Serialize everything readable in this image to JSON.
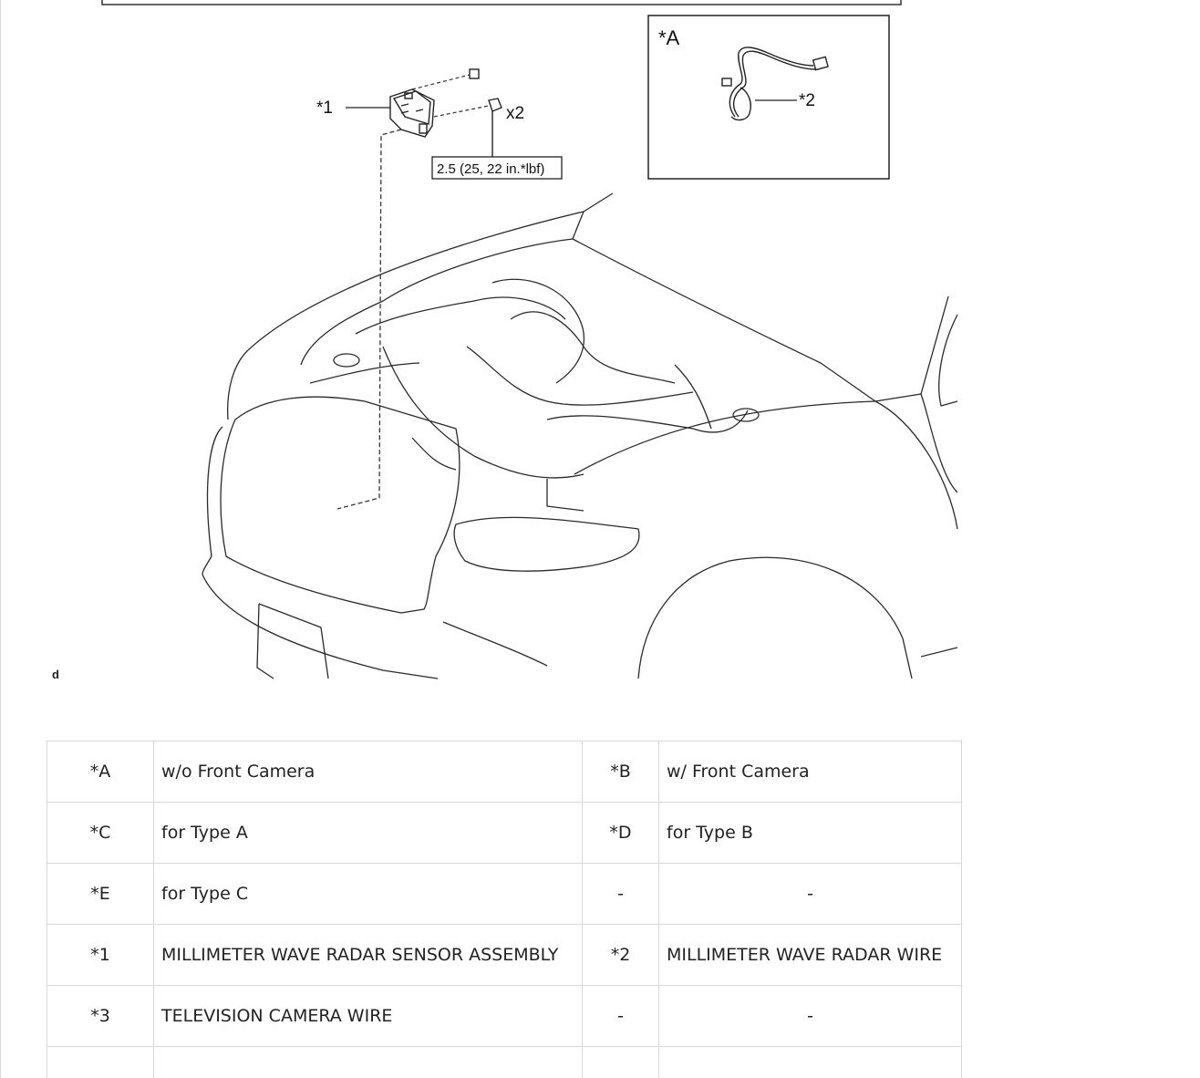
{
  "illustration": {
    "callout_1": "*1",
    "callout_2": "*2",
    "inset_label": "*A",
    "quantity": "x2",
    "torque": "2.5 (25, 22 in.*lbf)",
    "figure_id": "d"
  },
  "legend": {
    "rows": [
      [
        "*A",
        "w/o Front Camera",
        "*B",
        "w/ Front Camera"
      ],
      [
        "*C",
        "for Type A",
        "*D",
        "for Type B"
      ],
      [
        "*E",
        "for Type C",
        "-",
        "-"
      ],
      [
        "*1",
        "MILLIMETER WAVE RADAR SENSOR ASSEMBLY",
        "*2",
        "MILLIMETER WAVE RADAR WIRE"
      ],
      [
        "*3",
        "TELEVISION CAMERA WIRE",
        "-",
        "-"
      ],
      [
        "",
        "",
        "",
        ""
      ]
    ]
  }
}
